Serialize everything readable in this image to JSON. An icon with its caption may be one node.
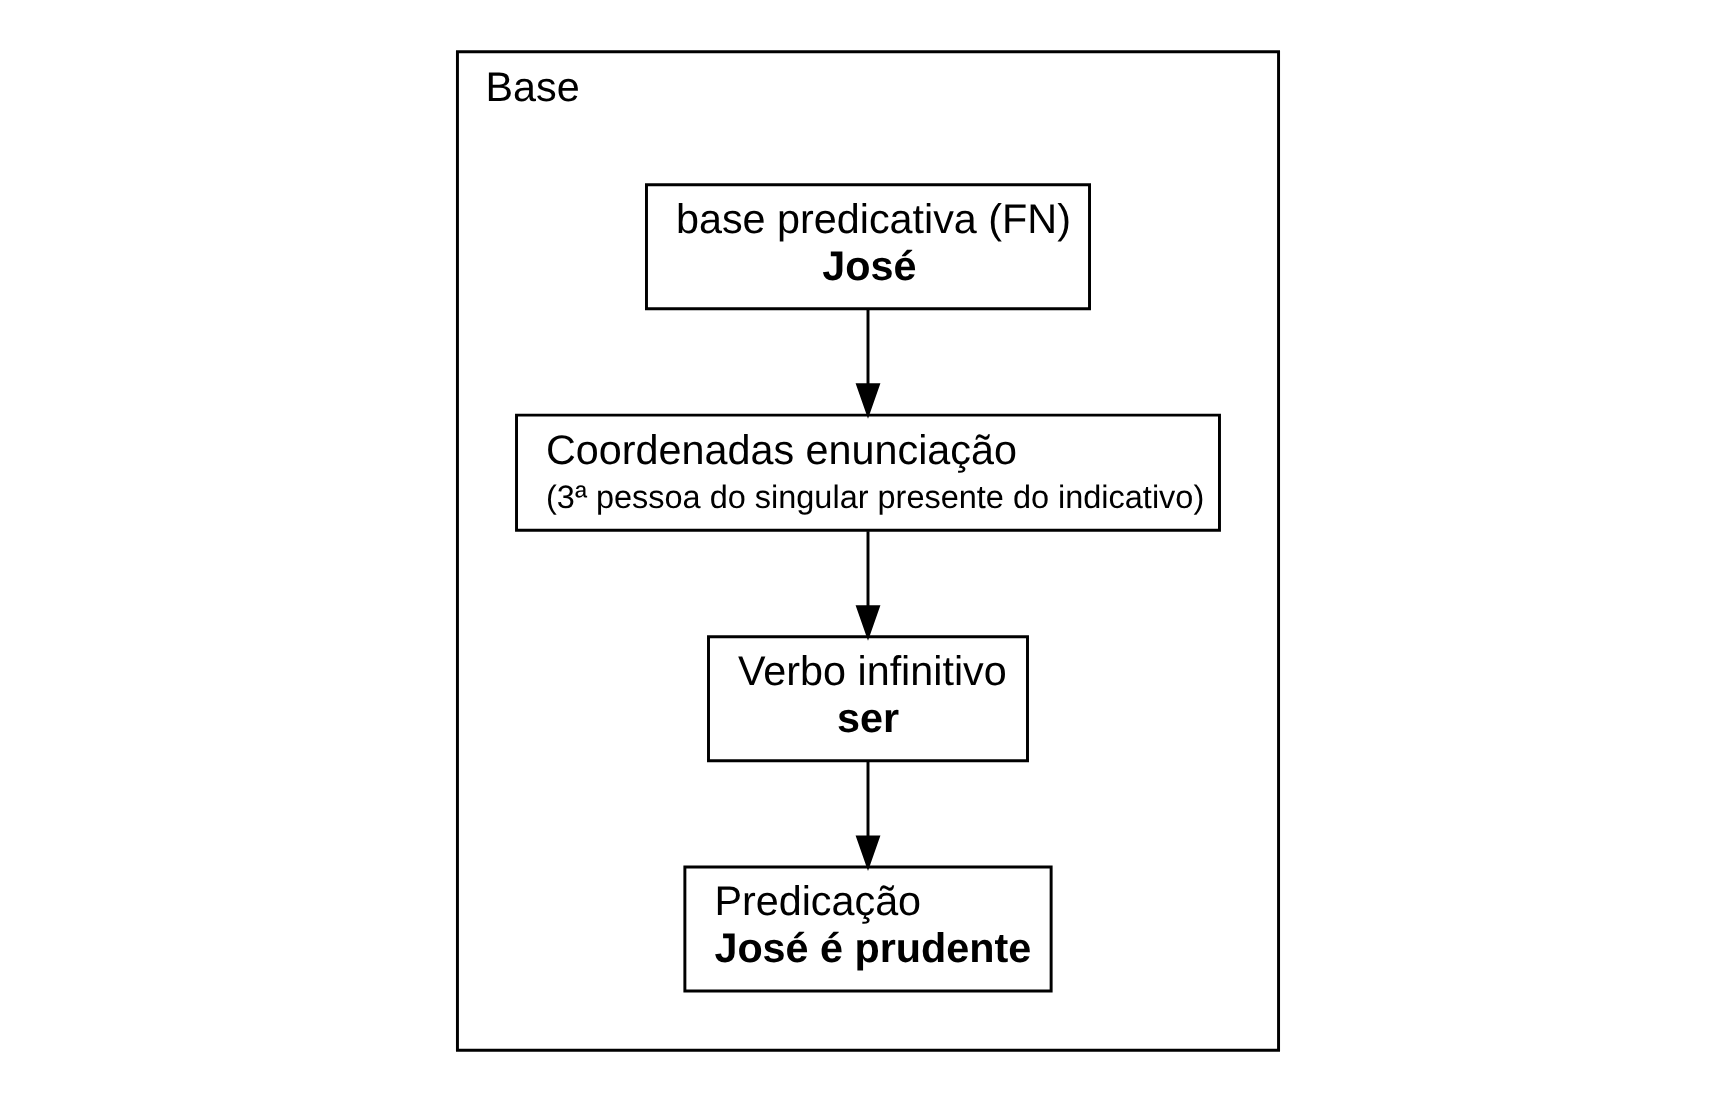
{
  "diagram": {
    "nodes": [
      {
        "text": [
          "Base"
        ]
      },
      {
        "text": [
          "base predicativa (FN)",
          "José"
        ],
        "in": 0
      },
      {
        "text": [
          "Coordenadas enunciação",
          "(3ª pessoa do singular presente do indicativo)"
        ],
        "in": 0
      },
      {
        "text": [
          "Verbo infinitivo",
          "ser"
        ],
        "in": 0
      },
      {
        "text": [
          "Predicação",
          "José é prudente"
        ],
        "in": 0
      }
    ],
    "edges": [
      {
        "from": 1,
        "to": 2,
        "arrow": "to"
      },
      {
        "from": 2,
        "to": 3,
        "arrow": "to"
      },
      {
        "from": 3,
        "to": 4,
        "arrow": "to"
      }
    ]
  }
}
